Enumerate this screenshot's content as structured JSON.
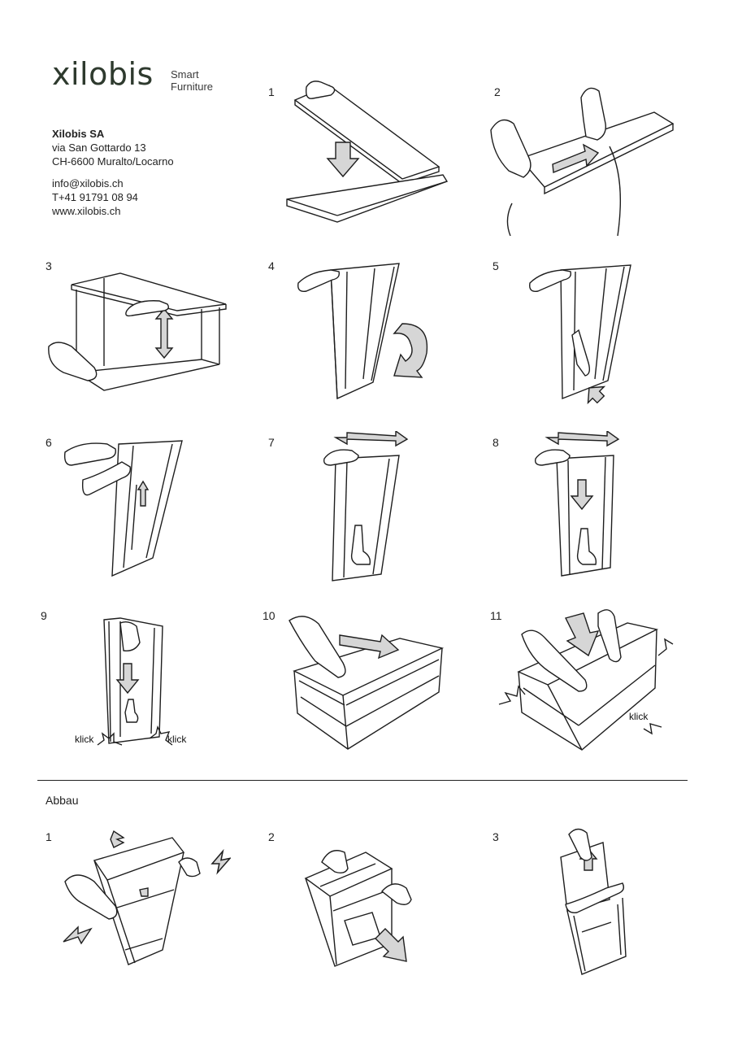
{
  "brand": {
    "logo": "xilobis",
    "tagline_line1": "Smart",
    "tagline_line2": "Furniture"
  },
  "address": {
    "company": "Xilobis SA",
    "street": "via San Gottardo 13",
    "city": "CH-6600 Muralto/Locarno"
  },
  "contact": {
    "email": "info@xilobis.ch",
    "phone": "T+41 91791 08 94",
    "web": "www.xilobis.ch"
  },
  "assembly_steps": [
    {
      "number": "1",
      "illustration": "lift-top-panel-onto-bottom-panel"
    },
    {
      "number": "2",
      "illustration": "slide-panel-into-groove"
    },
    {
      "number": "3",
      "illustration": "open-box-frame"
    },
    {
      "number": "4",
      "illustration": "tilt-box-upright"
    },
    {
      "number": "5",
      "illustration": "insert-back-panel"
    },
    {
      "number": "6",
      "illustration": "push-panel-up"
    },
    {
      "number": "7",
      "illustration": "slide-top-sideways"
    },
    {
      "number": "8",
      "illustration": "push-panel-down"
    },
    {
      "number": "9",
      "illustration": "panel-clicks-into-place"
    },
    {
      "number": "10",
      "illustration": "insert-divider-panel"
    },
    {
      "number": "11",
      "illustration": "press-bottom-into-place"
    }
  ],
  "klick_labels": [
    "klick",
    "klick",
    "klick"
  ],
  "disassembly": {
    "title": "Abbau",
    "steps": [
      {
        "number": "1",
        "illustration": "pull-sides-apart"
      },
      {
        "number": "2",
        "illustration": "remove-panel"
      },
      {
        "number": "3",
        "illustration": "lift-panel-out"
      }
    ]
  },
  "colors": {
    "logo": "#2e3a2e",
    "line": "#1e1e1e",
    "arrow_fill": "#d6d6d6"
  }
}
